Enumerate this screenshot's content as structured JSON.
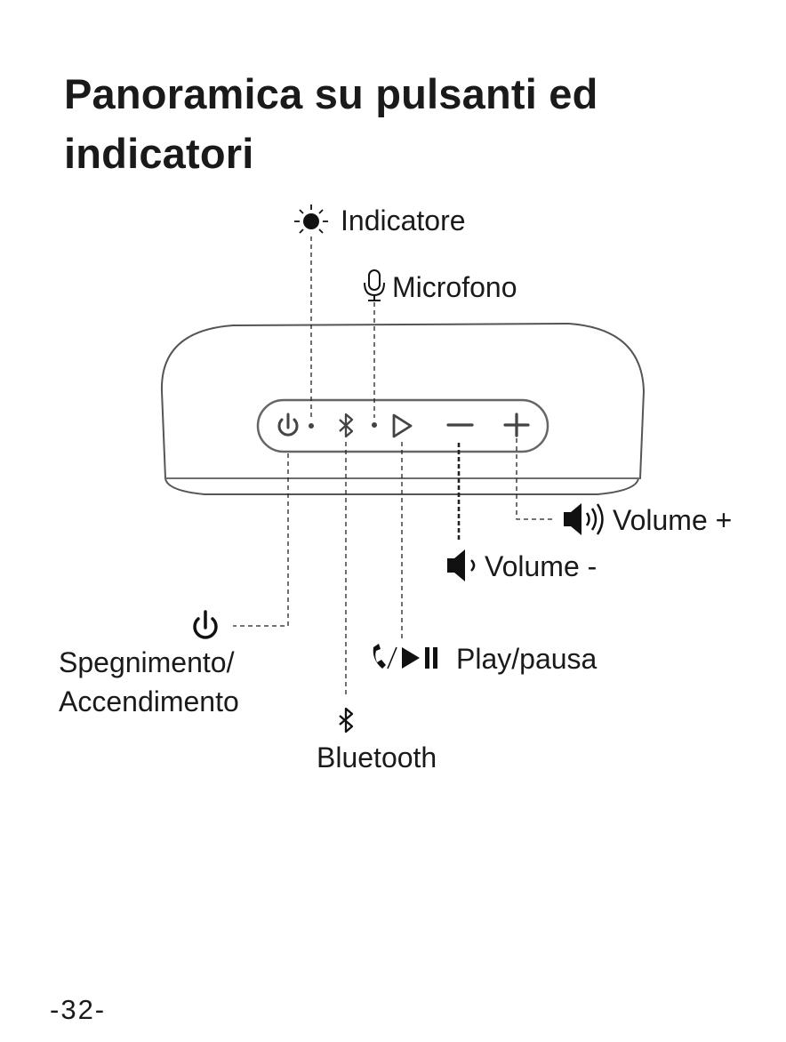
{
  "title": "Panoramica su pulsanti ed indicatori",
  "labels": {
    "indicator": "Indicatore",
    "microphone": "Microfono",
    "volume_up": "Volume +",
    "volume_down": "Volume -",
    "power_line1": "Spegnimento/",
    "power_line2": "Accendimento",
    "play_pause": "Play/pausa",
    "bluetooth": "Bluetooth"
  },
  "page_number": "-32-",
  "icons": {
    "indicator": "light-icon",
    "microphone": "microphone-icon",
    "volume_up": "speaker-loud-icon",
    "volume_down": "speaker-low-icon",
    "power": "power-icon",
    "play_pause": "phone-play-pause-icon",
    "bluetooth": "bluetooth-icon"
  }
}
